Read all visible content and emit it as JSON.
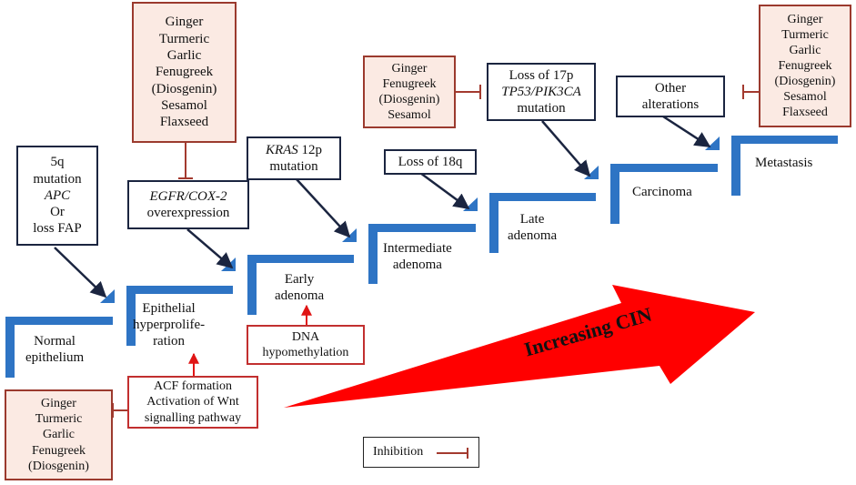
{
  "stages": {
    "normal": [
      "Normal",
      "epithelium"
    ],
    "epithelial": [
      "Epithelial",
      "hyperprolife-",
      "ration"
    ],
    "early": [
      "Early",
      "adenoma"
    ],
    "intermediate": [
      "Intermediate",
      "adenoma"
    ],
    "late": [
      "Late",
      "adenoma"
    ],
    "carcinoma": "Carcinoma",
    "metastasis": "Metastasis"
  },
  "events": {
    "apc": [
      "5q",
      "mutation",
      "APC",
      "Or",
      "loss FAP"
    ],
    "egfr": {
      "italic": "EGFR/COX-2",
      "rest": "overexpression"
    },
    "kras": {
      "italic": "KRAS",
      "after": " 12p",
      "rest": "mutation"
    },
    "loss18q": "Loss of 18q",
    "tp53": {
      "line1": "Loss of 17p",
      "italic": "TP53/PIK3CA",
      "line3": "mutation"
    },
    "other": [
      "Other",
      "alterations"
    ]
  },
  "red_events": {
    "acf": [
      "ACF formation",
      "Activation of Wnt",
      "signalling pathway"
    ],
    "dna": [
      "DNA",
      "hypomethylation"
    ]
  },
  "inhibitors": {
    "bottom_left": [
      "Ginger",
      "Turmeric",
      "Garlic",
      "Fenugreek",
      "(Diosgenin)"
    ],
    "top": [
      "Ginger",
      "Turmeric",
      "Garlic",
      "Fenugreek",
      "(Diosgenin)",
      "Sesamol",
      "Flaxseed"
    ],
    "middle": [
      "Ginger",
      "Fenugreek",
      "(Diosgenin)",
      "Sesamol"
    ],
    "right": [
      "Ginger",
      "Turmeric",
      "Garlic",
      "Fenugreek",
      "(Diosgenin)",
      "Sesamol",
      "Flaxseed"
    ]
  },
  "big_arrow_label": "Increasing CIN",
  "legend": {
    "label": "Inhibition"
  },
  "colors": {
    "step_blue": "#2e74c4",
    "arrow_red": "#ff0000",
    "inhibit_red": "#a33a2f",
    "dark_navy": "#1b2540"
  }
}
